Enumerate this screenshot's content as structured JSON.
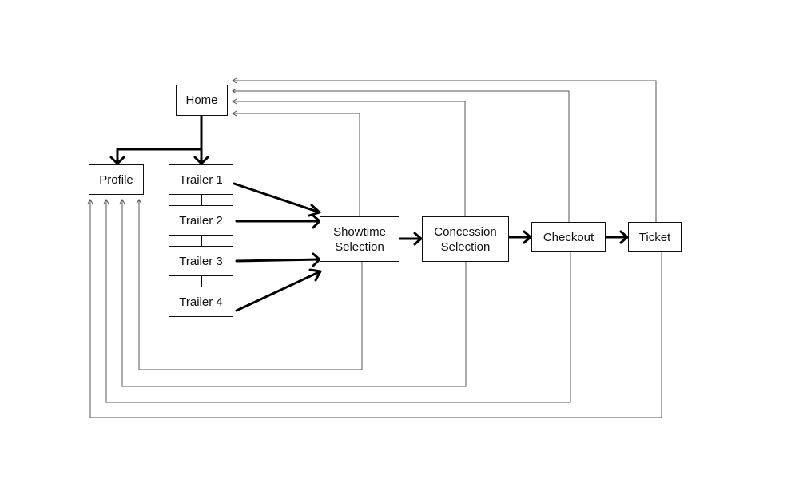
{
  "diagram": {
    "nodes": {
      "home": "Home",
      "profile": "Profile",
      "trailer1": "Trailer 1",
      "trailer2": "Trailer 2",
      "trailer3": "Trailer 3",
      "trailer4": "Trailer 4",
      "showtime": "Showtime\nSelection",
      "concession": "Concession\nSelection",
      "checkout": "Checkout",
      "ticket": "Ticket"
    },
    "colors": {
      "primary_arrow": "#000000",
      "return_arrow": "#555555",
      "box_border": "#111111"
    }
  }
}
